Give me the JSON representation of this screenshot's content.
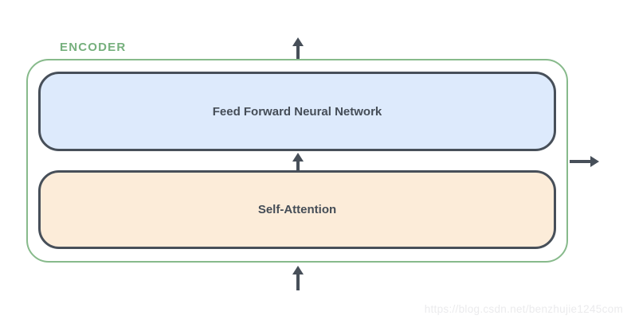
{
  "diagram": {
    "encoder_label": "ENCODER",
    "blocks": [
      {
        "id": "feed-forward",
        "label": "Feed Forward Neural Network"
      },
      {
        "id": "self-attention",
        "label": "Self-Attention"
      }
    ],
    "arrows": [
      {
        "name": "input-arrow",
        "direction": "up",
        "position": "below-encoder"
      },
      {
        "name": "attention-to-ffn-arrow",
        "direction": "up",
        "position": "between-blocks"
      },
      {
        "name": "output-arrow",
        "direction": "up",
        "position": "above-encoder"
      },
      {
        "name": "side-output-arrow",
        "direction": "right",
        "position": "right-of-encoder"
      }
    ],
    "colors": {
      "encoder_border": "#87ba8b",
      "encoder_label": "#76b07d",
      "ffn_fill": "#ddeafc",
      "attention_fill": "#fcecd9",
      "block_border": "#474f59",
      "block_text": "#454d57",
      "arrow": "#474f59",
      "watermark": "#ebebed"
    }
  },
  "watermark": {
    "text": "https://blog.csdn.net/benzhujie1245com"
  }
}
